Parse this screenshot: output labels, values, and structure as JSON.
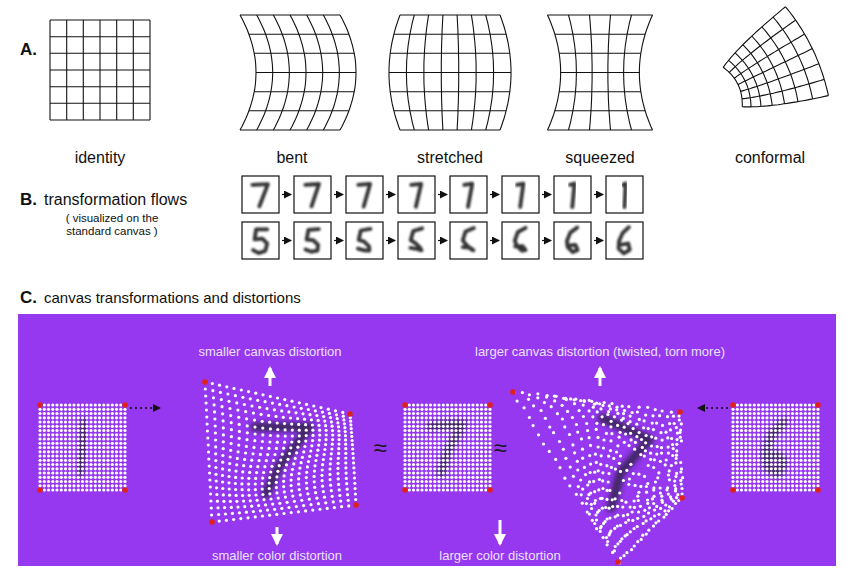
{
  "diagram": {
    "labels": [
      "A.",
      "identity",
      "bent",
      "stretched",
      "squeezed",
      "conformal",
      "B.",
      "transformation flows",
      "( visualized on the standard canvas )",
      "C.",
      "canvas transformations and distortions",
      "smaller canvas distortion",
      "larger canvas distortion (twisted, torn more)",
      "≈",
      "≈",
      "smaller color distortion",
      "larger color distortion"
    ]
  }
}
